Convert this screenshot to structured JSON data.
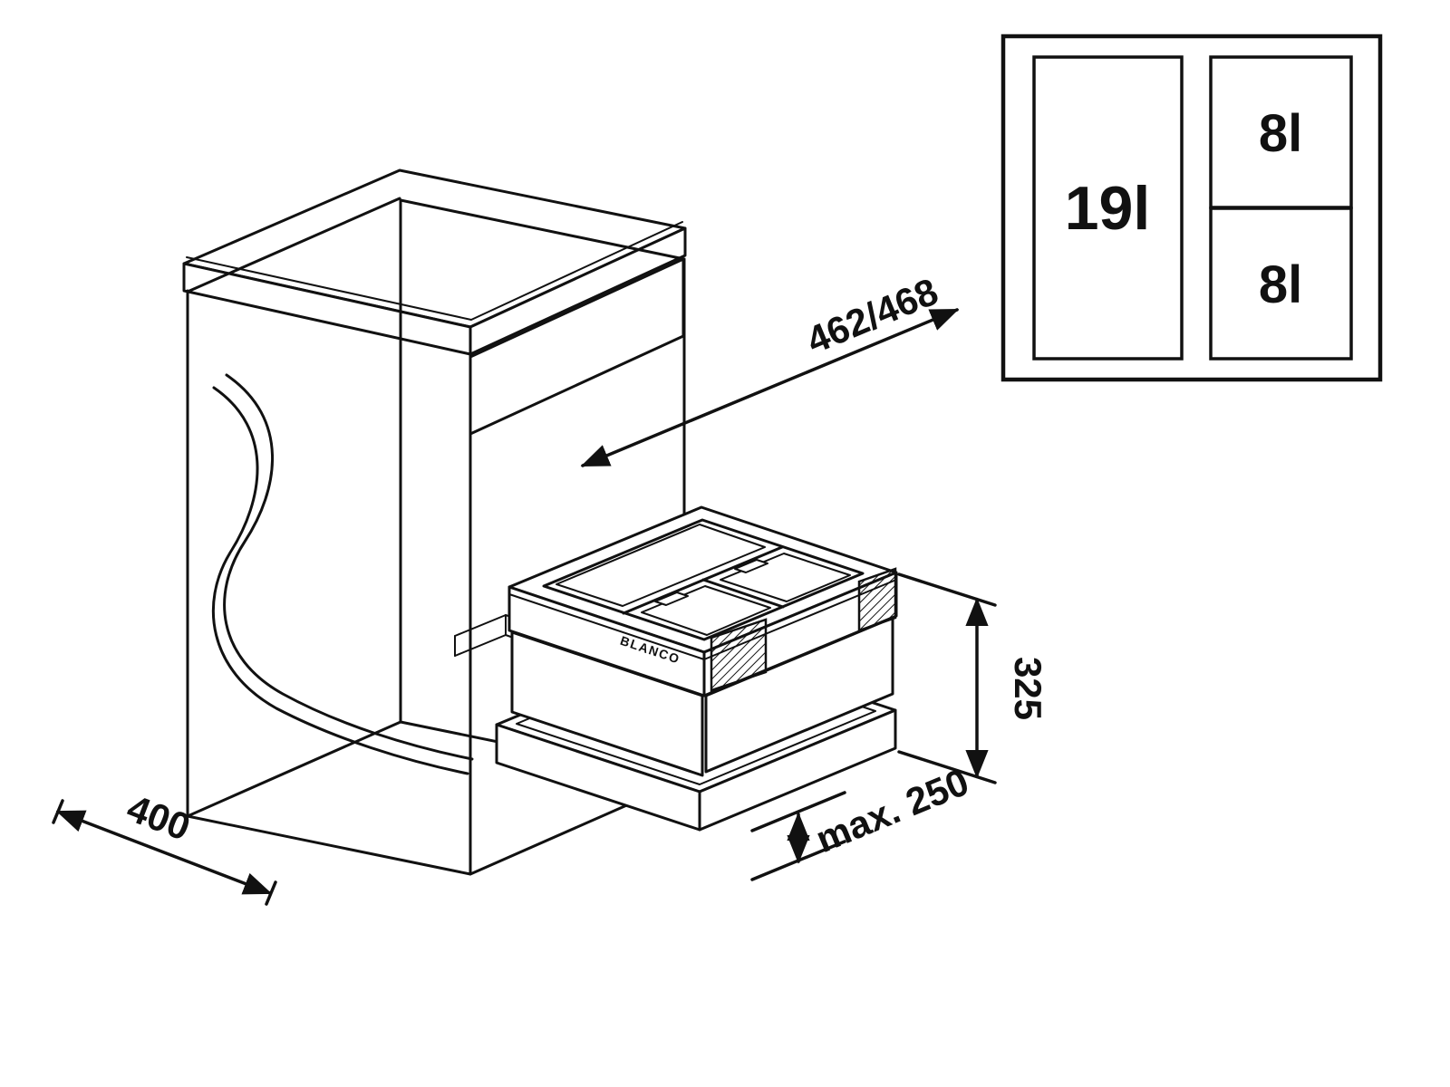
{
  "colors": {
    "line": "#111111",
    "background": "#ffffff"
  },
  "drawing": {
    "brand_label": "BLANCO",
    "dimensions": {
      "depth_label": "462/468",
      "width_label": "400",
      "height_label": "325",
      "clearance_label": "max. 250"
    }
  },
  "legend": {
    "bins": [
      {
        "label": "19l"
      },
      {
        "label": "8l"
      },
      {
        "label": "8l"
      }
    ]
  }
}
